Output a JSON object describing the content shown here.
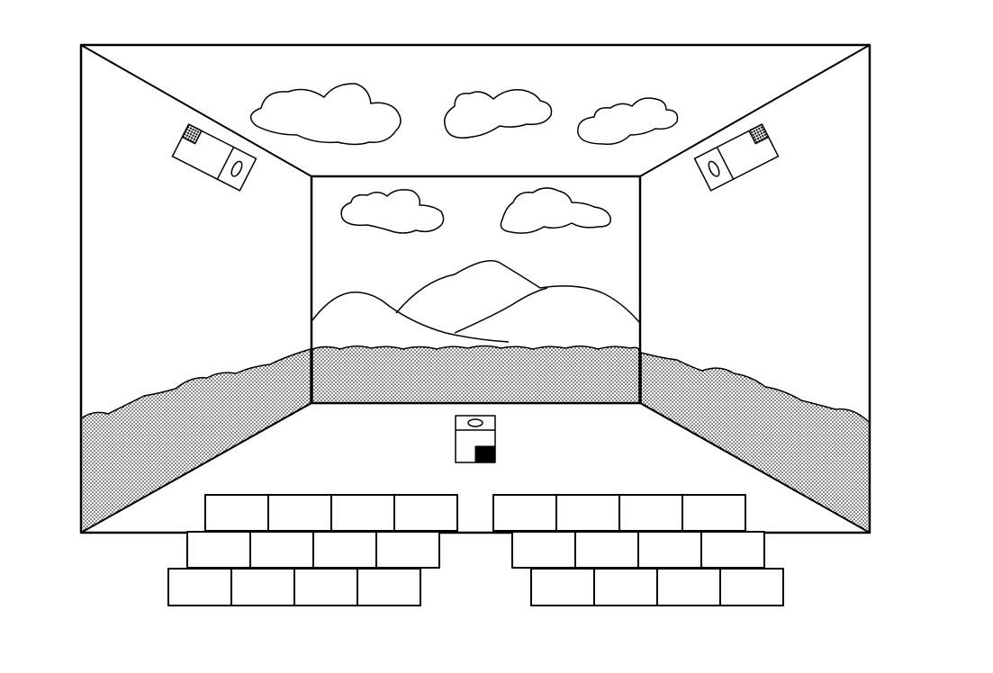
{
  "figure": {
    "elements": [
      "room-outline",
      "front-screen",
      "ceiling-screen",
      "left-wall-screen",
      "right-wall-screen",
      "left-projector",
      "right-projector",
      "center-projector",
      "seat-block-left",
      "seat-block-right"
    ],
    "seating": {
      "left_rows": [
        4,
        4,
        4
      ],
      "right_rows": [
        4,
        4,
        4
      ]
    },
    "colors": {
      "line": "#000000",
      "background": "#ffffff"
    }
  }
}
